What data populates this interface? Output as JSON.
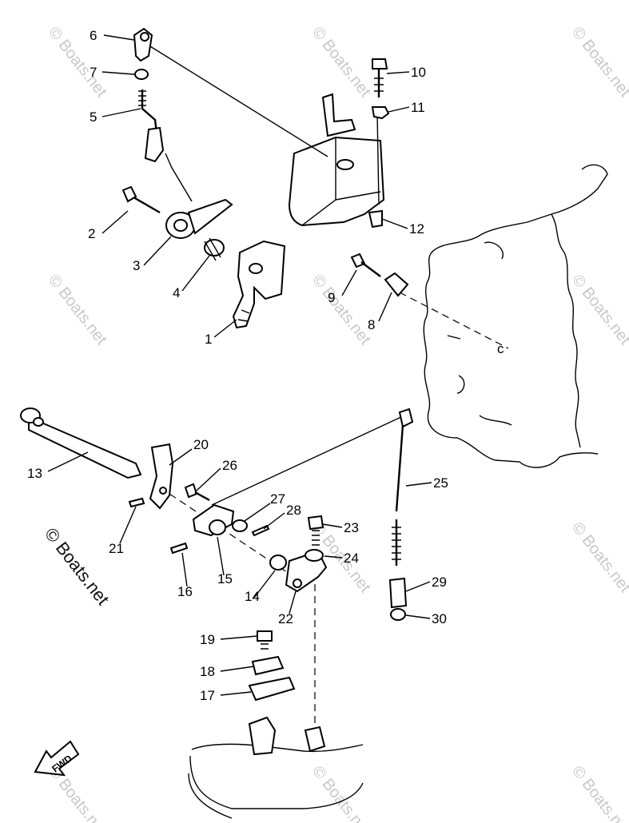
{
  "parts": [
    {
      "id": "1",
      "label": "1"
    },
    {
      "id": "2",
      "label": "2"
    },
    {
      "id": "3",
      "label": "3"
    },
    {
      "id": "4",
      "label": "4"
    },
    {
      "id": "5",
      "label": "5"
    },
    {
      "id": "6",
      "label": "6"
    },
    {
      "id": "7",
      "label": "7"
    },
    {
      "id": "8",
      "label": "8"
    },
    {
      "id": "9",
      "label": "9"
    },
    {
      "id": "10",
      "label": "10"
    },
    {
      "id": "11",
      "label": "11"
    },
    {
      "id": "12",
      "label": "12"
    },
    {
      "id": "13",
      "label": "13"
    },
    {
      "id": "14",
      "label": "14"
    },
    {
      "id": "15",
      "label": "15"
    },
    {
      "id": "16",
      "label": "16"
    },
    {
      "id": "17",
      "label": "17"
    },
    {
      "id": "18",
      "label": "18"
    },
    {
      "id": "19",
      "label": "19"
    },
    {
      "id": "20",
      "label": "20"
    },
    {
      "id": "21",
      "label": "21"
    },
    {
      "id": "22",
      "label": "22"
    },
    {
      "id": "23",
      "label": "23"
    },
    {
      "id": "24",
      "label": "24"
    },
    {
      "id": "25",
      "label": "25"
    },
    {
      "id": "26",
      "label": "26"
    },
    {
      "id": "27",
      "label": "27"
    },
    {
      "id": "28",
      "label": "28"
    },
    {
      "id": "29",
      "label": "29"
    },
    {
      "id": "30",
      "label": "30"
    }
  ],
  "reference_marker": "c",
  "watermark": {
    "copyright": "© Boats.net",
    "faint": "© Boats.net"
  },
  "direction_arrow": "FWD"
}
